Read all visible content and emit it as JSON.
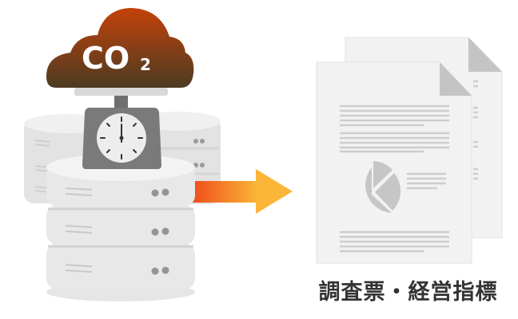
{
  "cloud": {
    "text": "CO",
    "subscript": "2"
  },
  "label": "調査票・経営指標",
  "colors": {
    "cloud_top": "#c3420a",
    "cloud_bottom": "#4b3b22",
    "arrow_start": "#ee4d1a",
    "arrow_end": "#fbb537",
    "server": "#ececec",
    "document": "#f2f2f2",
    "text": "#333333"
  },
  "icons": [
    "cloud-icon",
    "scale-icon",
    "server-stack-icon",
    "arrow-right-icon",
    "document-icon",
    "pie-chart-icon"
  ]
}
